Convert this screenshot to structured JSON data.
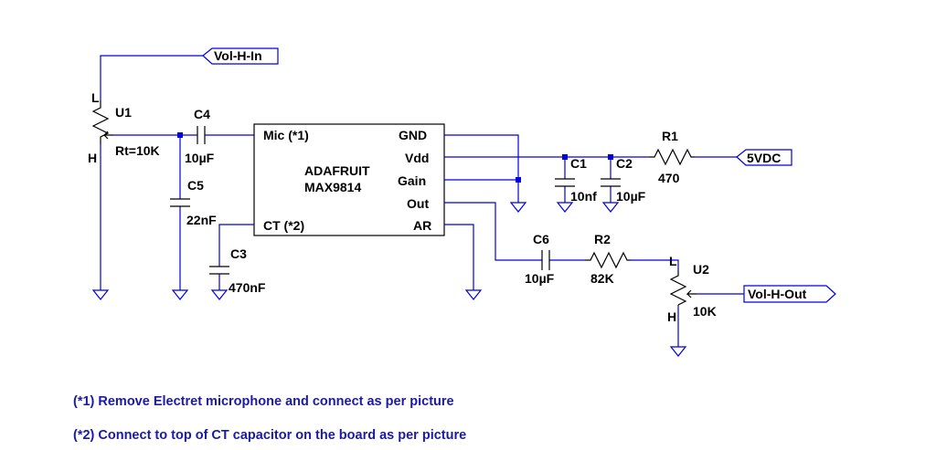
{
  "ports": {
    "vol_h_in": "Vol-H-In",
    "vdc": "5VDC",
    "vol_h_out": "Vol-H-Out"
  },
  "ic": {
    "name_line1": "ADAFRUIT",
    "name_line2": "MAX9814",
    "pins": {
      "mic": "Mic (*1)",
      "ct": "CT (*2)",
      "gnd": "GND",
      "vdd": "Vdd",
      "gain": "Gain",
      "out": "Out",
      "ar": "AR"
    }
  },
  "components": {
    "u1": {
      "name": "U1",
      "value": "Rt=10K",
      "l": "L",
      "h": "H"
    },
    "u2": {
      "name": "U2",
      "value": "10K",
      "l": "L",
      "h": "H"
    },
    "c1": {
      "name": "C1",
      "value": "10nf"
    },
    "c2": {
      "name": "C2",
      "value": "10µF"
    },
    "c3": {
      "name": "C3",
      "value": "470nF"
    },
    "c4": {
      "name": "C4",
      "value": "10µF"
    },
    "c5": {
      "name": "C5",
      "value": "22nF"
    },
    "c6": {
      "name": "C6",
      "value": "10µF"
    },
    "r1": {
      "name": "R1",
      "value": "470"
    },
    "r2": {
      "name": "R2",
      "value": "82K"
    }
  },
  "notes": [
    "(*1) Remove Electret microphone and connect as per picture",
    "(*2) Connect to top of CT capacitor on the board as per picture"
  ],
  "colors": {
    "wire": "#0000e0",
    "component": "#000000",
    "note_text": "#1a1aa6"
  }
}
